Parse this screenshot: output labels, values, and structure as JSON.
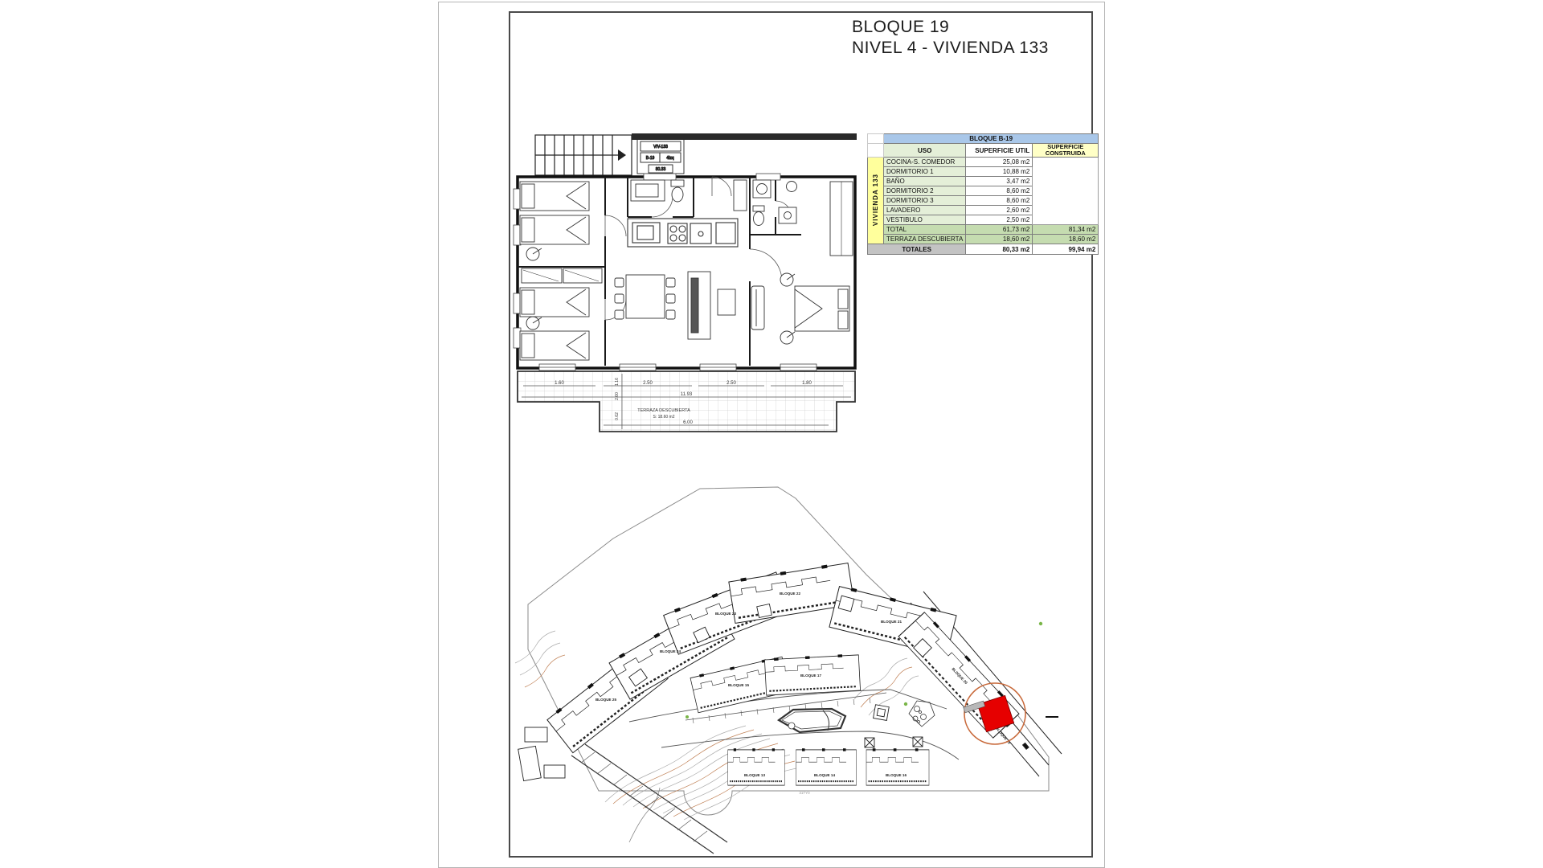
{
  "page": {
    "title_line1": "BLOQUE 19",
    "title_line2": "NIVEL 4 - VIVIENDA 133"
  },
  "table": {
    "block_header": "BLOQUE B-19",
    "group_label": "VIVIENDA 133",
    "col_uso": "USO",
    "col_util": "SUPERFICIE UTIL",
    "col_cons_1": "SUPERFICIE",
    "col_cons_2": "CONSTRUIDA",
    "rows": [
      {
        "uso": "COCINA-S. COMEDOR",
        "util": "25,08 m2"
      },
      {
        "uso": "DORMITORIO 1",
        "util": "10,88 m2"
      },
      {
        "uso": "BAÑO",
        "util": "3,47 m2"
      },
      {
        "uso": "DORMITORIO 2",
        "util": "8,60 m2"
      },
      {
        "uso": "DORMITORIO 3",
        "util": "8,60 m2"
      },
      {
        "uso": "LAVADERO",
        "util": "2,60 m2"
      },
      {
        "uso": "VESTIBULO",
        "util": "2,50 m2"
      }
    ],
    "total_row": {
      "uso": "TOTAL",
      "util": "61,73 m2",
      "cons": "81,34 m2"
    },
    "terraza_row": {
      "uso": "TERRAZA DESCUBIERTA",
      "util": "18,60 m2",
      "cons": "18,60 m2"
    },
    "totales_row": {
      "label": "TOTALES",
      "util": "80,33 m2",
      "cons": "99,94 m2"
    }
  },
  "floorplan": {
    "unit_box": {
      "title": "VIV-133",
      "block": "B-19",
      "pos": "4Izq",
      "area": "80.33"
    },
    "terraza_label": "TERRAZA DESCUBIERTA",
    "terraza_area": "S: 18.60 m2",
    "dims_bottom": [
      "1.60",
      "2.50",
      "2.50",
      "1.80"
    ],
    "dim_total": "11.93",
    "dim_depth": "6.00",
    "dims_left": [
      "1.16",
      "2.00",
      "0.62"
    ]
  },
  "siteplan": {
    "blocks": [
      "BLOQUE 25",
      "BLOQUE 24",
      "BLOQUE 23",
      "BLOQUE 22",
      "BLOQUE 21",
      "BLOQUE 20",
      "BLOQUE 19",
      "BLOQUE 15",
      "BLOQUE 17",
      "BLOQUE 13",
      "BLOQUE 14",
      "BLOQUE 16"
    ],
    "annotation": "31TY0"
  },
  "colors": {
    "highlight_red": "#e60000",
    "circle_orange": "#c8693a",
    "label_red": "#cc3333",
    "contour_orange": "#c08055"
  }
}
